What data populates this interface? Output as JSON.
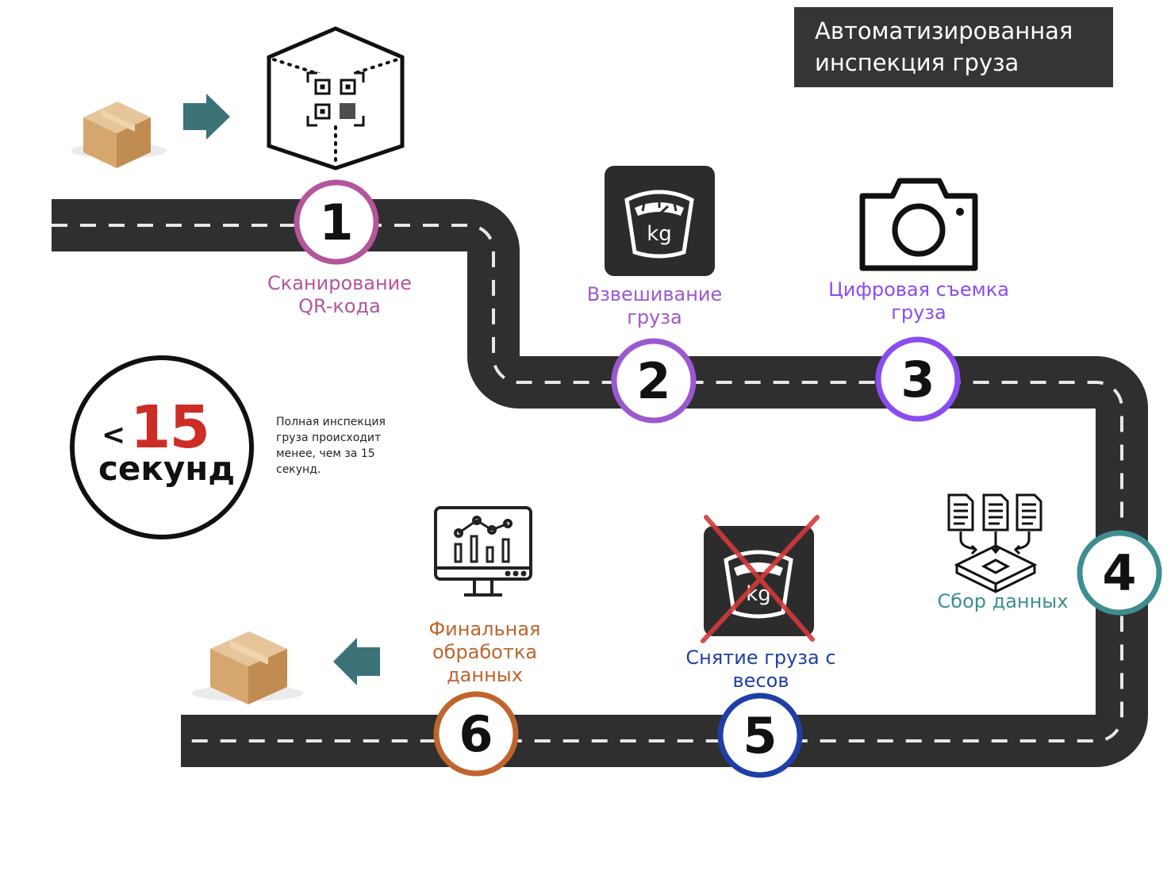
{
  "title": {
    "line1": "Автоматизированная",
    "line2": "инспекция груза"
  },
  "colors": {
    "road": "#2f2f2f",
    "title_bg": "#353535",
    "arrow": "#3b7378",
    "timer_red": "#cc2e26"
  },
  "steps": [
    {
      "number": "1",
      "label_line1": "Сканирование",
      "label_line2": "QR-кода",
      "color": "#b3569b",
      "icon": "qr-scan-box-icon"
    },
    {
      "number": "2",
      "label_line1": "Взвешивание",
      "label_line2": "груза",
      "color": "#9b59cf",
      "icon": "weighing-scale-icon"
    },
    {
      "number": "3",
      "label_line1": "Цифровая съемка",
      "label_line2": "груза",
      "color": "#8a4cf0",
      "icon": "camera-icon"
    },
    {
      "number": "4",
      "label_line1": "Сбор данных",
      "label_line2": "",
      "color": "#3e8d91",
      "icon": "data-collection-icon"
    },
    {
      "number": "5",
      "label_line1": "Снятие груза с",
      "label_line2": "весов",
      "color": "#1f3fa6",
      "icon": "scale-crossed-icon"
    },
    {
      "number": "6",
      "label_line1": "Финальная",
      "label_line2": "обработка",
      "label_line3": "данных",
      "color": "#c0642d",
      "icon": "analytics-monitor-icon"
    }
  ],
  "timer": {
    "prefix": "<",
    "value": "15",
    "unit": "секунд"
  },
  "note": "Полная инспекция груза происходит менее, чем за 15 секунд."
}
